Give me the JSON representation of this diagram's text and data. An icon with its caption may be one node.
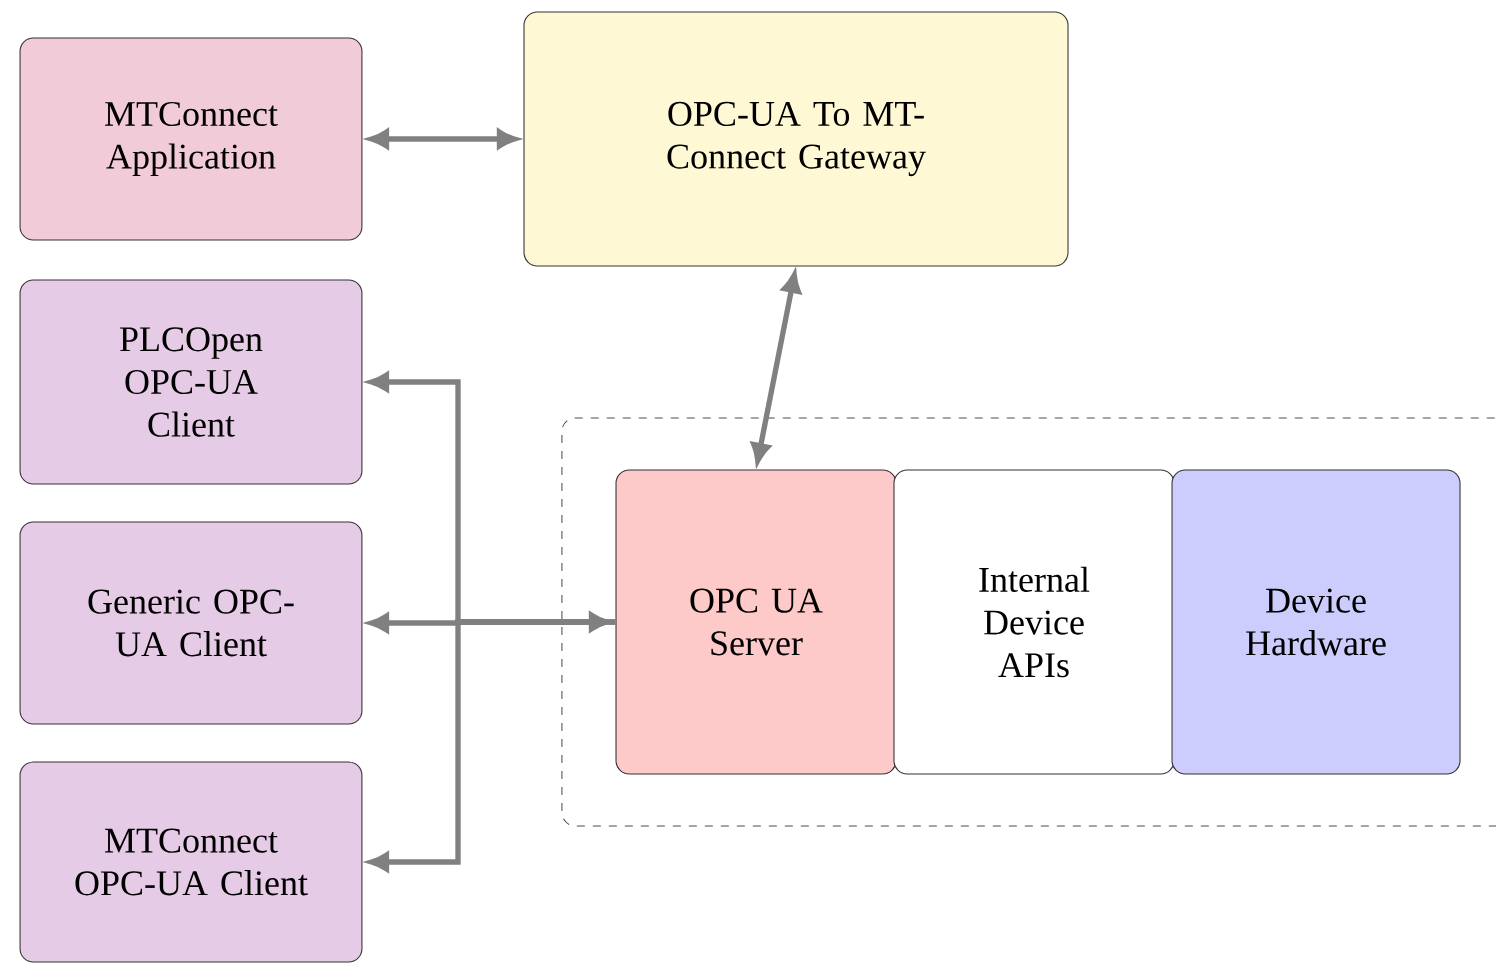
{
  "diagram": {
    "nodes": [
      {
        "text": [
          "MTConnect Application"
        ]
      },
      {
        "text": [
          "OPC-UA To MT-Connect Gateway"
        ]
      },
      {
        "text": [
          "PLCOpen OPC-UA Client"
        ]
      },
      {
        "text": [
          "Generic OPC-UA Client"
        ]
      },
      {
        "text": [
          "MTConnect OPC-UA Client"
        ]
      },
      {
        "text": [],
        "shape": "box"
      },
      {
        "text": [
          "OPC UA Server"
        ],
        "in": 5
      },
      {
        "text": [
          "Internal Device APIs"
        ],
        "in": 5
      },
      {
        "text": [
          "Device Hardware"
        ],
        "in": 5
      }
    ],
    "edges": [
      {
        "from": 0,
        "to": 1,
        "arrow": "both"
      },
      {
        "from": 1,
        "to": 6,
        "arrow": "both"
      },
      {
        "from": 6,
        "to": 2,
        "arrow": "both"
      },
      {
        "from": 6,
        "to": 3,
        "arrow": "both"
      },
      {
        "from": 6,
        "to": 4,
        "arrow": "both"
      }
    ]
  }
}
